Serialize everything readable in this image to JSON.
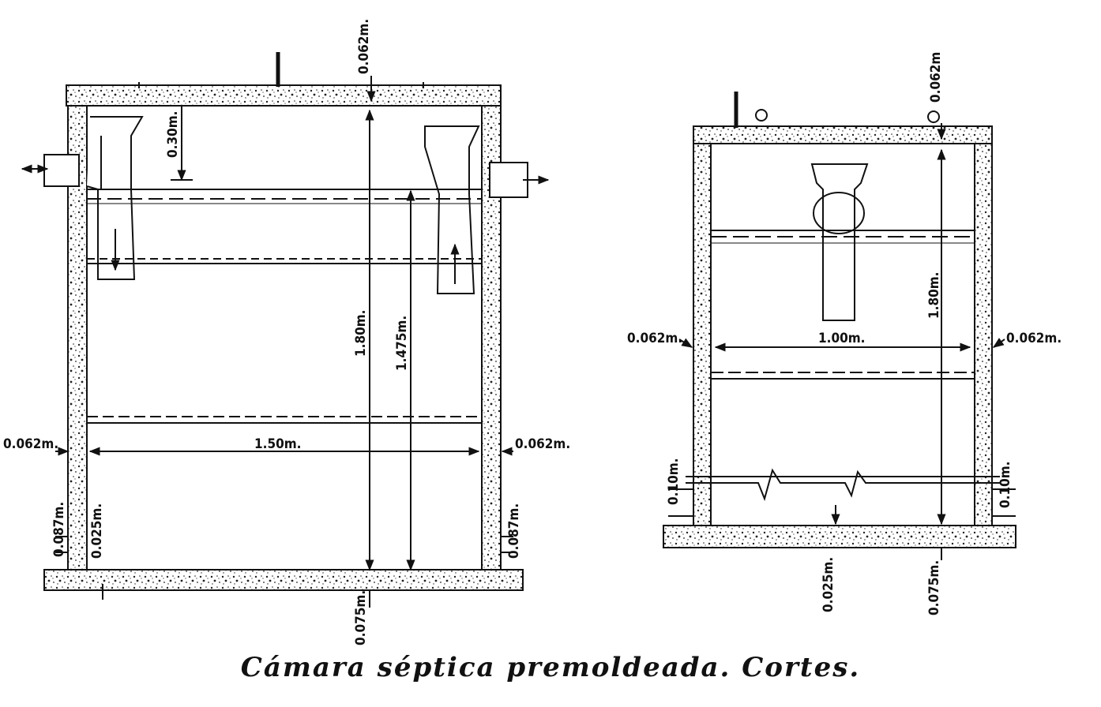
{
  "caption": "Cámara séptica premoldeada. Cortes.",
  "left_section": {
    "dims": {
      "wall_top": "0.062m.",
      "inlet_depth": "0.30m.",
      "height_total": "1.80m.",
      "height_liquid": "1.475m.",
      "width_inner": "1.50m.",
      "wall_left": "0.062m.",
      "wall_right": "0.062m.",
      "base_left": "0.087m.",
      "base_right": "0.087m.",
      "gap": "0.025m.",
      "slab_bottom": "0.075m."
    }
  },
  "right_section": {
    "dims": {
      "wall_top": "0.062m",
      "height_total": "1.80m.",
      "width_inner": "1.00m.",
      "wall_left": "0.062m.",
      "wall_right": "0.062m.",
      "ledge_left": "0.10m.",
      "ledge_right": "0.10m.",
      "gap": "0.025m.",
      "slab_bottom": "0.075m."
    }
  },
  "colors": {
    "ink": "#111111",
    "paper": "#ffffff"
  }
}
